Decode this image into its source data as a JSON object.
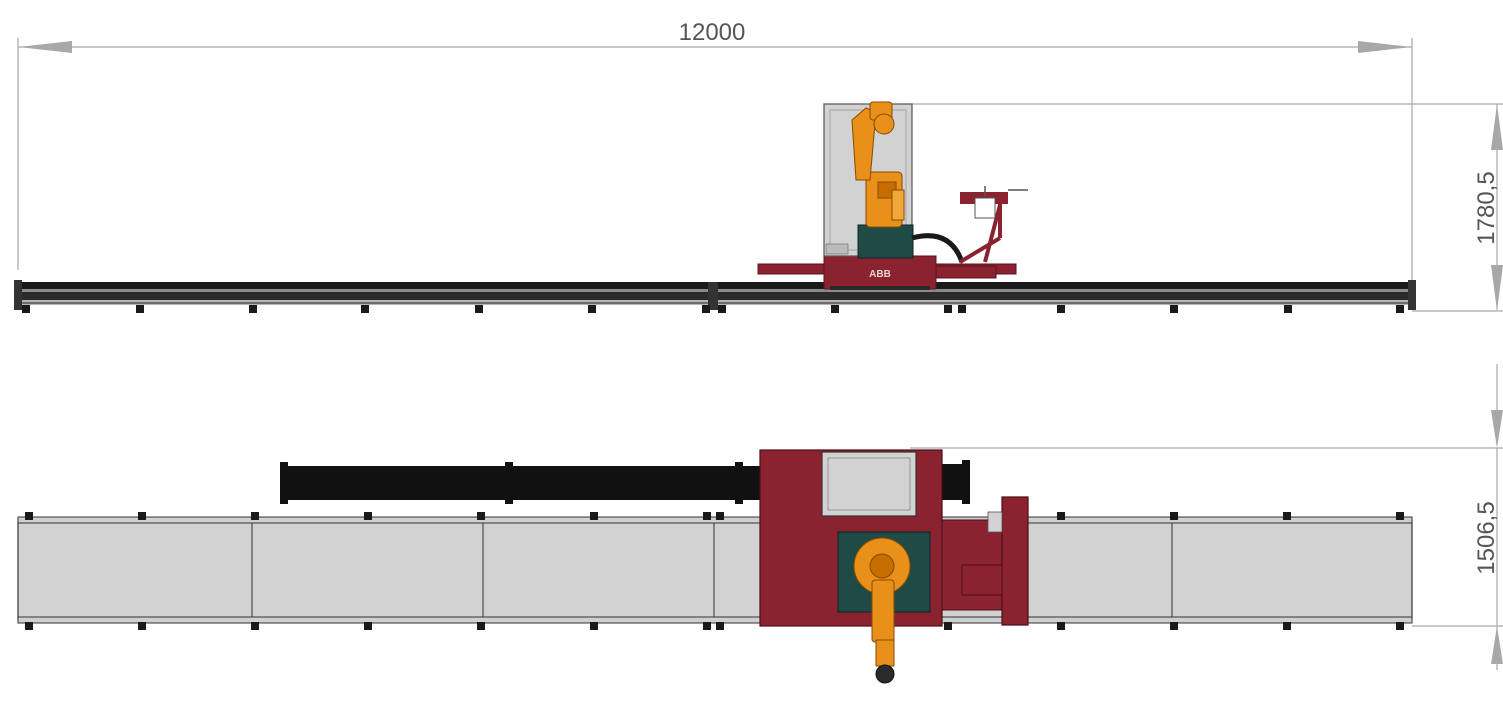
{
  "dimensions": {
    "total_length": "12000",
    "side_height": "1780,5",
    "top_width": "1506,5"
  },
  "logo_text": "ABB",
  "colors": {
    "frame_red": "#8b2230",
    "robot_orange": "#e8901a",
    "panel_grey": "#d2d2d2",
    "rail_black": "#1a1a1a",
    "base_teal": "#1f4a45",
    "dimension_line": "#a8a8a8"
  }
}
